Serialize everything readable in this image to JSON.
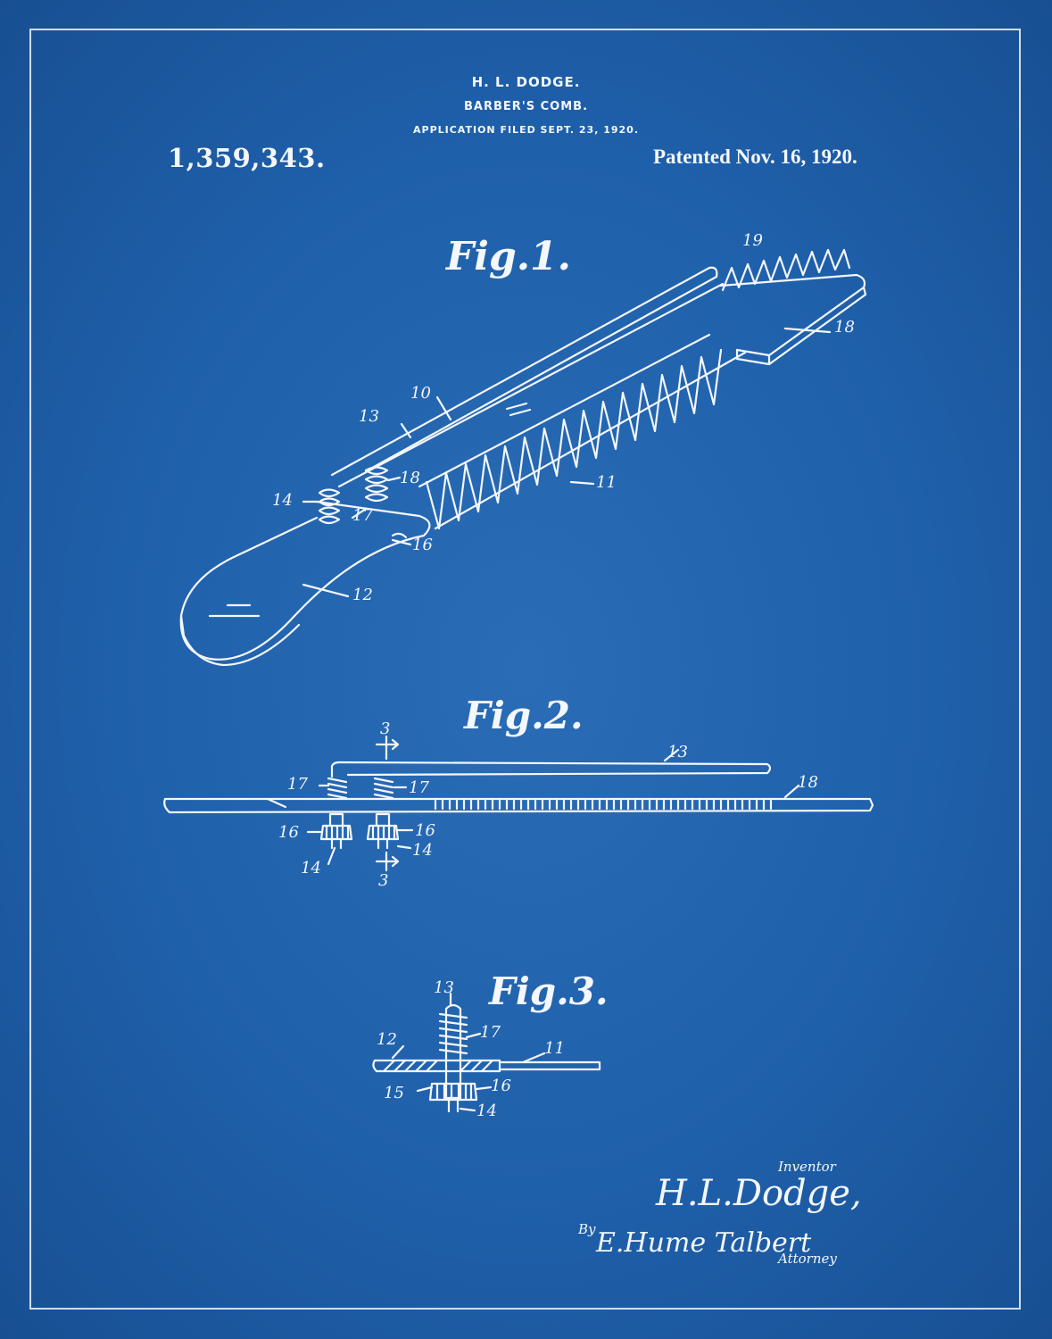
{
  "header": {
    "inventor": "H. L. DODGE.",
    "title": "BARBER'S COMB.",
    "filed": "APPLICATION FILED SEPT. 23, 1920.",
    "patent_number": "1,359,343.",
    "patent_date": "Patented Nov. 16, 1920."
  },
  "figures": {
    "fig1": "Fig.1.",
    "fig2": "Fig.2.",
    "fig3": "Fig.3."
  },
  "fig1_refs": [
    "19",
    "18",
    "10",
    "13",
    "18",
    "11",
    "14",
    "17",
    "16",
    "12"
  ],
  "fig2_refs": [
    "3",
    "13",
    "17",
    "17",
    "18",
    "16",
    "16",
    "14",
    "14",
    "3"
  ],
  "fig3_refs": [
    "13",
    "17",
    "12",
    "11",
    "15",
    "16",
    "14"
  ],
  "signature": {
    "inventor_label": "Inventor",
    "inventor_name": "H.L.Dodge,",
    "by": "By",
    "attorney_name": "E.Hume Talbert",
    "attorney_label": "Attorney"
  },
  "colors": {
    "background": "#1d5ea8",
    "ink": "#f4f7fb"
  }
}
